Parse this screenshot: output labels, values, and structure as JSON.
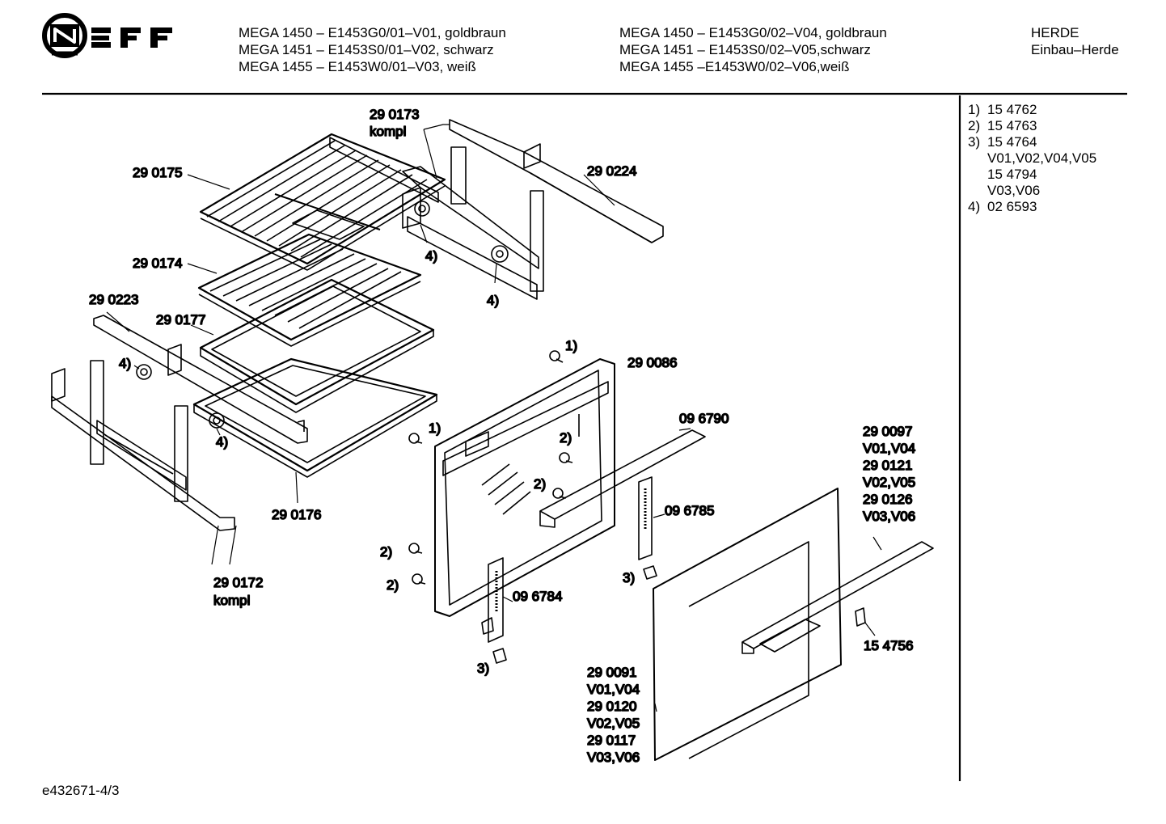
{
  "header": {
    "brand": "NEFF",
    "col1": [
      "MEGA 1450 – E1453G0/01–V01, goldbraun",
      "MEGA 1451 – E1453S0/01–V02, schwarz",
      "MEGA 1455 – E1453W0/01–V03, weiß"
    ],
    "col2": [
      "MEGA 1450 – E1453G0/02–V04, goldbraun",
      "MEGA 1451 – E1453S0/02–V05,schwarz",
      "MEGA 1455 –E1453W0/02–V06,weiß"
    ],
    "col3": [
      "HERDE",
      "Einbau–Herde"
    ]
  },
  "legend": [
    {
      "num": "1)",
      "text": "15 4762"
    },
    {
      "num": "2)",
      "text": "15 4763"
    },
    {
      "num": "3)",
      "text": "15 4764"
    },
    {
      "num": "",
      "text": "V01,V02,V04,V05"
    },
    {
      "num": "",
      "text": "15 4794"
    },
    {
      "num": "",
      "text": "V03,V06"
    },
    {
      "num": "4)",
      "text": "02 6593"
    }
  ],
  "labels": {
    "p290173": "29 0173",
    "kompl_a": "kompl",
    "p290175": "29 0175",
    "p290224": "29 0224",
    "p290174": "29 0174",
    "p290223": "29 0223",
    "p290177": "29 0177",
    "p290086": "29 0086",
    "p290176": "29 0176",
    "p296790": "09 6790",
    "p290172": "29 0172",
    "kompl_b": "kompl",
    "p096785": "09 6785",
    "p096784": "09 6784",
    "p154756": "15 4756",
    "r_list": [
      "29 0097",
      "V01,V04",
      "29 0121",
      "V02,V05",
      "29 0126",
      "V03,V06"
    ],
    "b_list": [
      "29 0091",
      "V01,V04",
      "29 0120",
      "V02,V05",
      "29 0117",
      "V03,V06"
    ],
    "c1a": "1)",
    "c1b": "1)",
    "c2a": "2)",
    "c2b": "2)",
    "c2c": "2)",
    "c2d": "2)",
    "c3a": "3)",
    "c3b": "3)",
    "c4a": "4)",
    "c4b": "4)",
    "c4c": "4)",
    "c4d": "4)"
  },
  "footer": "e432671-4/3"
}
